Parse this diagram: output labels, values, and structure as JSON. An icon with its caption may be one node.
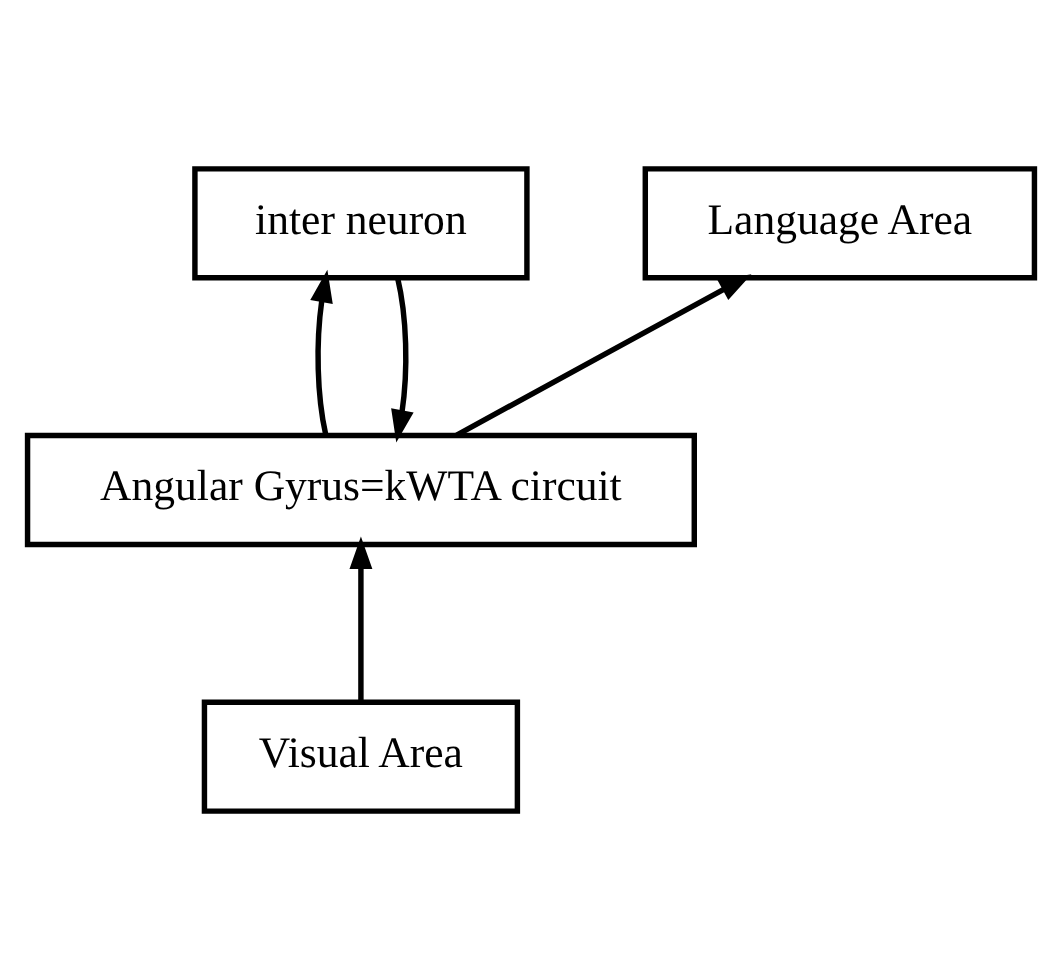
{
  "diagram": {
    "nodes": [
      {
        "text": [
          "Language Area"
        ]
      },
      {
        "text": [
          "inter neuron"
        ]
      },
      {
        "text": [
          "Angular Gyrus=kWTA circuit"
        ]
      },
      {
        "text": [
          "Visual Area"
        ]
      }
    ],
    "edges": [
      {
        "from": 3,
        "to": 2,
        "arrow": "to"
      },
      {
        "from": 2,
        "to": 0,
        "arrow": "to"
      },
      {
        "from": 2,
        "to": 1,
        "arrow": "to"
      },
      {
        "from": 1,
        "to": 2,
        "arrow": "to"
      }
    ]
  }
}
